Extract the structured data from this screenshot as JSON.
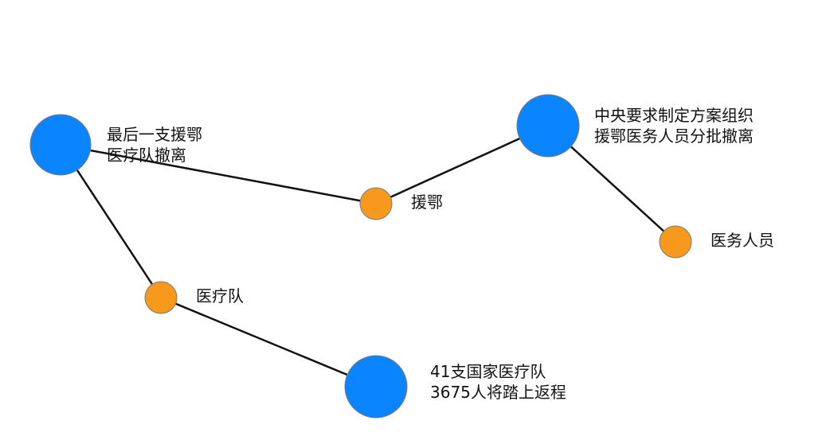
{
  "colors": {
    "event_node": "#0a84ff",
    "keyword_node": "#f7991c",
    "edge": "#111111",
    "text": "#111111"
  },
  "nodes": [
    {
      "id": "n1",
      "kind": "event",
      "lines": [
        "最后一支援鄂",
        "医疗队撤离"
      ]
    },
    {
      "id": "n2",
      "kind": "keyword",
      "lines": [
        "援鄂"
      ]
    },
    {
      "id": "n3",
      "kind": "event",
      "lines": [
        "中央要求制定方案组织",
        "援鄂医务人员分批撤离"
      ]
    },
    {
      "id": "n4",
      "kind": "keyword",
      "lines": [
        "医务人员"
      ]
    },
    {
      "id": "n5",
      "kind": "keyword",
      "lines": [
        "医疗队"
      ]
    },
    {
      "id": "n6",
      "kind": "event",
      "lines": [
        "41支国家医疗队",
        "3675人将踏上返程"
      ]
    }
  ],
  "edges": [
    {
      "from": "n1",
      "to": "n2"
    },
    {
      "from": "n2",
      "to": "n3"
    },
    {
      "from": "n3",
      "to": "n4"
    },
    {
      "from": "n1",
      "to": "n5"
    },
    {
      "from": "n5",
      "to": "n6"
    }
  ]
}
